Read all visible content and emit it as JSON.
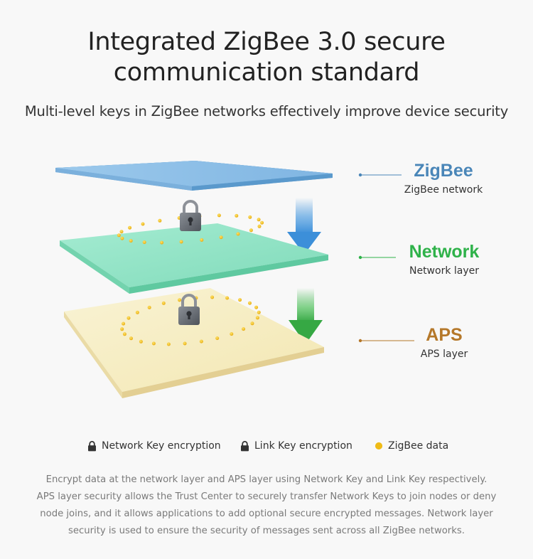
{
  "header": {
    "title": "Integrated ZigBee 3.0 secure communication standard",
    "subtitle": "Multi-level keys in ZigBee networks effectively improve device security"
  },
  "layers": [
    {
      "title": "ZigBee",
      "subtitle": "ZigBee network",
      "color": "#4a86b8"
    },
    {
      "title": "Network",
      "subtitle": "Network layer",
      "color": "#2fb24a"
    },
    {
      "title": "APS",
      "subtitle": "APS layer",
      "color": "#b5782a"
    }
  ],
  "legend": {
    "network_key": "Network Key encryption",
    "link_key": "Link Key encryption",
    "zigbee_data": "ZigBee data"
  },
  "colors": {
    "zigbee_plate": "#8fc1e8",
    "network_plate": "#8fe3c4",
    "aps_plate": "#f6efc3",
    "data_dot": "#f2c21a",
    "arrow_blue": "#3c8fd9",
    "arrow_green": "#3db14b"
  },
  "icons": [
    "padlock-icon",
    "arrow-down-icon",
    "data-dot-icon"
  ],
  "footer": {
    "text": "Encrypt data at the network layer and APS layer using Network Key and Link Key respectively. APS layer security allows the Trust Center to securely transfer Network Keys to join nodes or deny node joins, and it allows applications to add optional secure encrypted messages. Network layer security is used to ensure the security of messages sent across all ZigBee networks."
  }
}
